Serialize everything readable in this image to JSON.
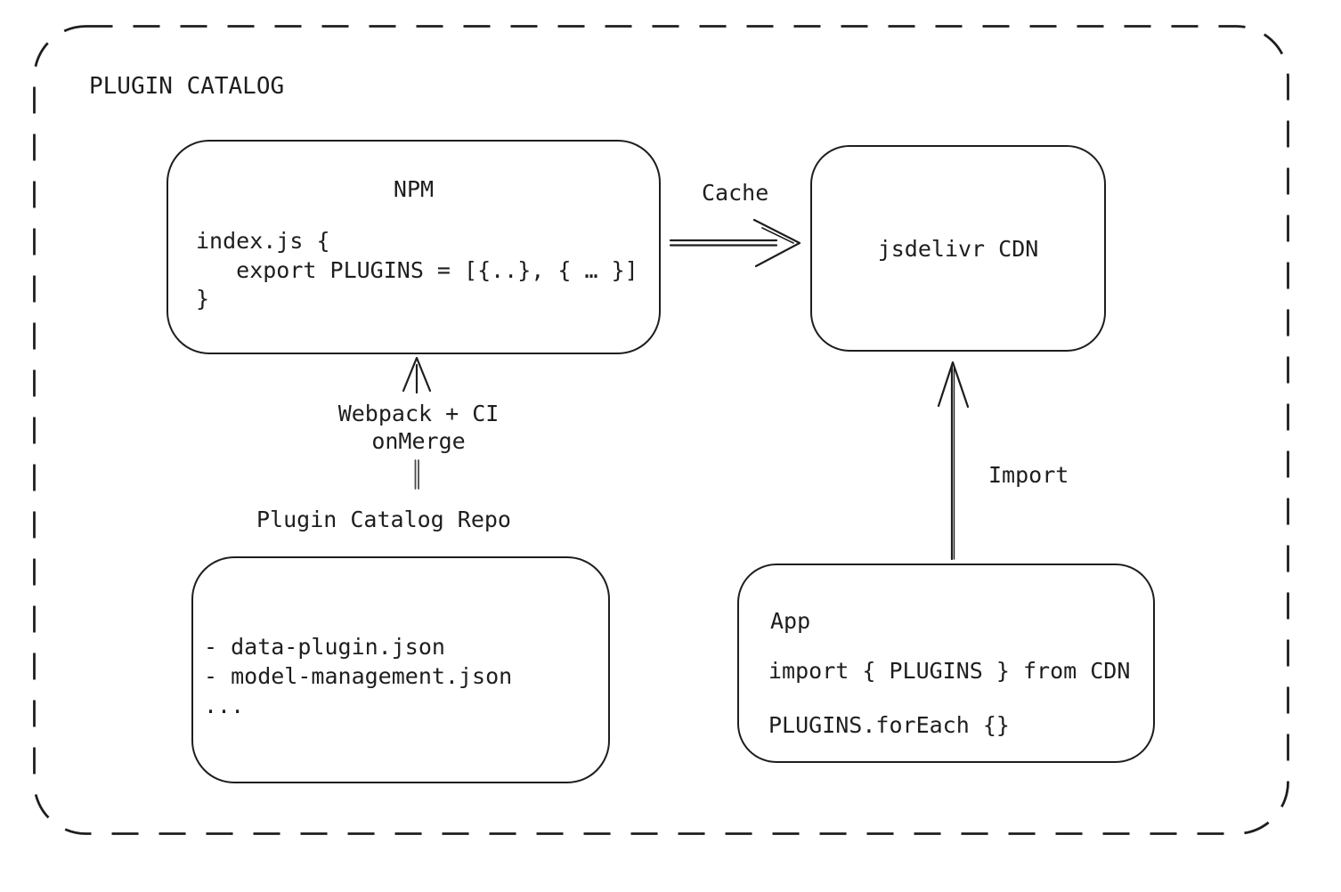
{
  "diagram": {
    "container_title": "PLUGIN CATALOG",
    "colors": {
      "stroke": "#1e1e1e",
      "background": "#ffffff"
    },
    "nodes": {
      "npm": {
        "title": "NPM",
        "code_lines": [
          "index.js {",
          "   export PLUGINS = [{..}, { … }]",
          "}"
        ]
      },
      "cdn": {
        "label": "jsdelivr CDN"
      },
      "repo": {
        "label": "Plugin Catalog Repo",
        "file_lines": [
          "- data-plugin.json",
          "- model-management.json",
          "..."
        ]
      },
      "app": {
        "title": "App",
        "code_line_1": "import { PLUGINS } from CDN",
        "code_line_2": "PLUGINS.forEach {}"
      }
    },
    "edges": {
      "cache": {
        "label": "Cache"
      },
      "build": {
        "label_lines": [
          "Webpack + CI",
          "onMerge"
        ]
      },
      "import": {
        "label": "Import"
      }
    }
  }
}
